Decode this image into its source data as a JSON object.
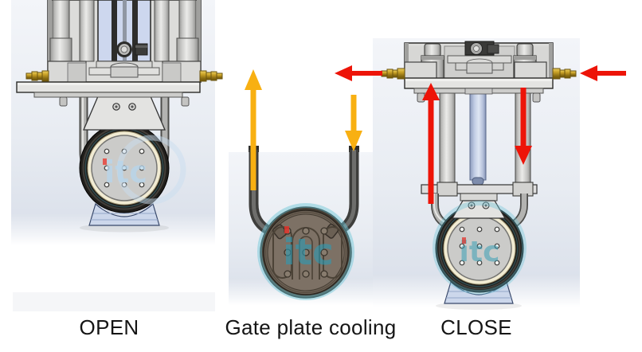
{
  "figure": {
    "panels": [
      {
        "id": "open",
        "label": "OPEN"
      },
      {
        "id": "cooling",
        "label": "Gate plate cooling"
      },
      {
        "id": "close",
        "label": "CLOSE"
      }
    ],
    "watermark_text": "itc",
    "colors": {
      "arrow_red": "#ed1408",
      "arrow_yellow": "#f8b012",
      "brass_fitting": "#c9a127",
      "gate_plate_face": "#cbcbc9",
      "cooling_plate_face": "#7d7165",
      "watermark_teal": "#2d9cb5",
      "watermark_light_blue": "#b7d6ec",
      "foot_blue": "#ccd7eb",
      "shaft_blue": "#c3cfe6"
    },
    "flow_arrows": {
      "cooling_panel": [
        {
          "name": "coolant-outlet-arrow",
          "direction": "up",
          "color_key": "arrow_yellow"
        },
        {
          "name": "coolant-inlet-arrow",
          "direction": "down",
          "color_key": "arrow_yellow"
        }
      ],
      "close_panel": [
        {
          "name": "outlet-flow-arrow",
          "direction": "left",
          "color_key": "arrow_red"
        },
        {
          "name": "left-tube-flow-arrow",
          "direction": "up",
          "color_key": "arrow_red"
        },
        {
          "name": "right-tube-flow-arrow",
          "direction": "down",
          "color_key": "arrow_red"
        },
        {
          "name": "inlet-flow-arrow",
          "direction": "left",
          "color_key": "arrow_red"
        }
      ]
    }
  }
}
